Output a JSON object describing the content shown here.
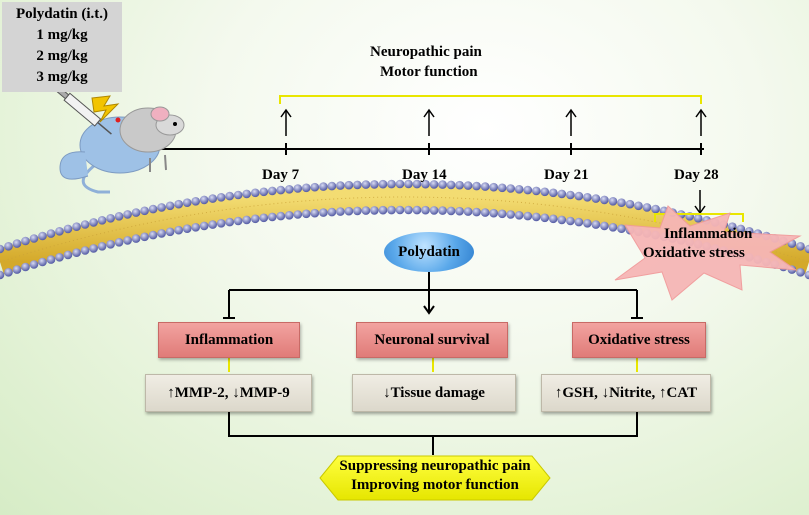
{
  "dose_box": {
    "title": "Polydatin (i.t.)",
    "doses": [
      "1 mg/kg",
      "2 mg/kg",
      "3 mg/kg"
    ]
  },
  "assessment": {
    "line1": "Neuropathic pain",
    "line2": "Motor function"
  },
  "timeline": {
    "days": [
      "Day 7",
      "Day 14",
      "Day 21",
      "Day 28"
    ]
  },
  "membrane_stress": {
    "line1": "Inflammation",
    "line2": "Oxidative stress"
  },
  "center": "Polydatin",
  "effects": [
    {
      "title": "Inflammation",
      "result": "↑MMP-2, ↓MMP-9"
    },
    {
      "title": "Neuronal survival",
      "result": "↓Tissue damage"
    },
    {
      "title": "Oxidative stress",
      "result": "↑GSH, ↓Nitrite, ↑CAT"
    }
  ],
  "outcome": {
    "line1": "Suppressing neuropathic pain",
    "line2": "Improving motor function"
  },
  "colors": {
    "accent_yellow": "#f5f500",
    "effect_box": "#e98c89",
    "oval_blue": "#4a9be0",
    "membrane_head": "#8a8fc4",
    "membrane_tail": "#e8c84a",
    "burst_pink": "#f7b3b3"
  },
  "icons": [
    "mouse-icon",
    "syringe-icon",
    "lightning-icon",
    "burst-icon"
  ]
}
